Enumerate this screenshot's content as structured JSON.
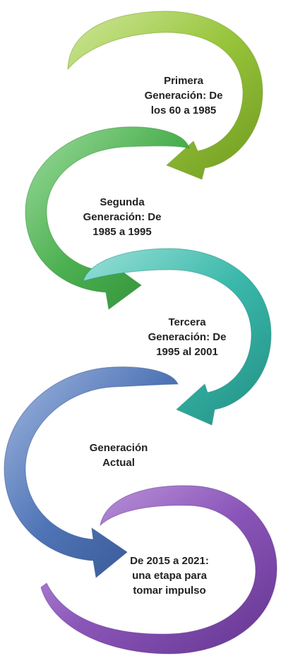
{
  "stages": [
    {
      "label": "Primera\nGeneración: De\nlos 60 a 1985",
      "color": "#97c43a",
      "light": "#cfe79a",
      "dark": "#6f9a20"
    },
    {
      "label": "Segunda\nGeneración: De\n1985 a 1995",
      "color": "#4cb050",
      "light": "#9edc9e",
      "dark": "#2e8a36"
    },
    {
      "label": "Tercera\nGeneración: De\n1995 al 2001",
      "color": "#3ab8aa",
      "light": "#98e0d6",
      "dark": "#228f84"
    },
    {
      "label": "Generación\nActual",
      "color": "#4f74b6",
      "light": "#a2b8e0",
      "dark": "#34528e"
    },
    {
      "label": "De 2015 a 2021:\nuna etapa para\ntomar impulso",
      "color": "#8a55b8",
      "light": "#c8a5e4",
      "dark": "#643591"
    }
  ]
}
